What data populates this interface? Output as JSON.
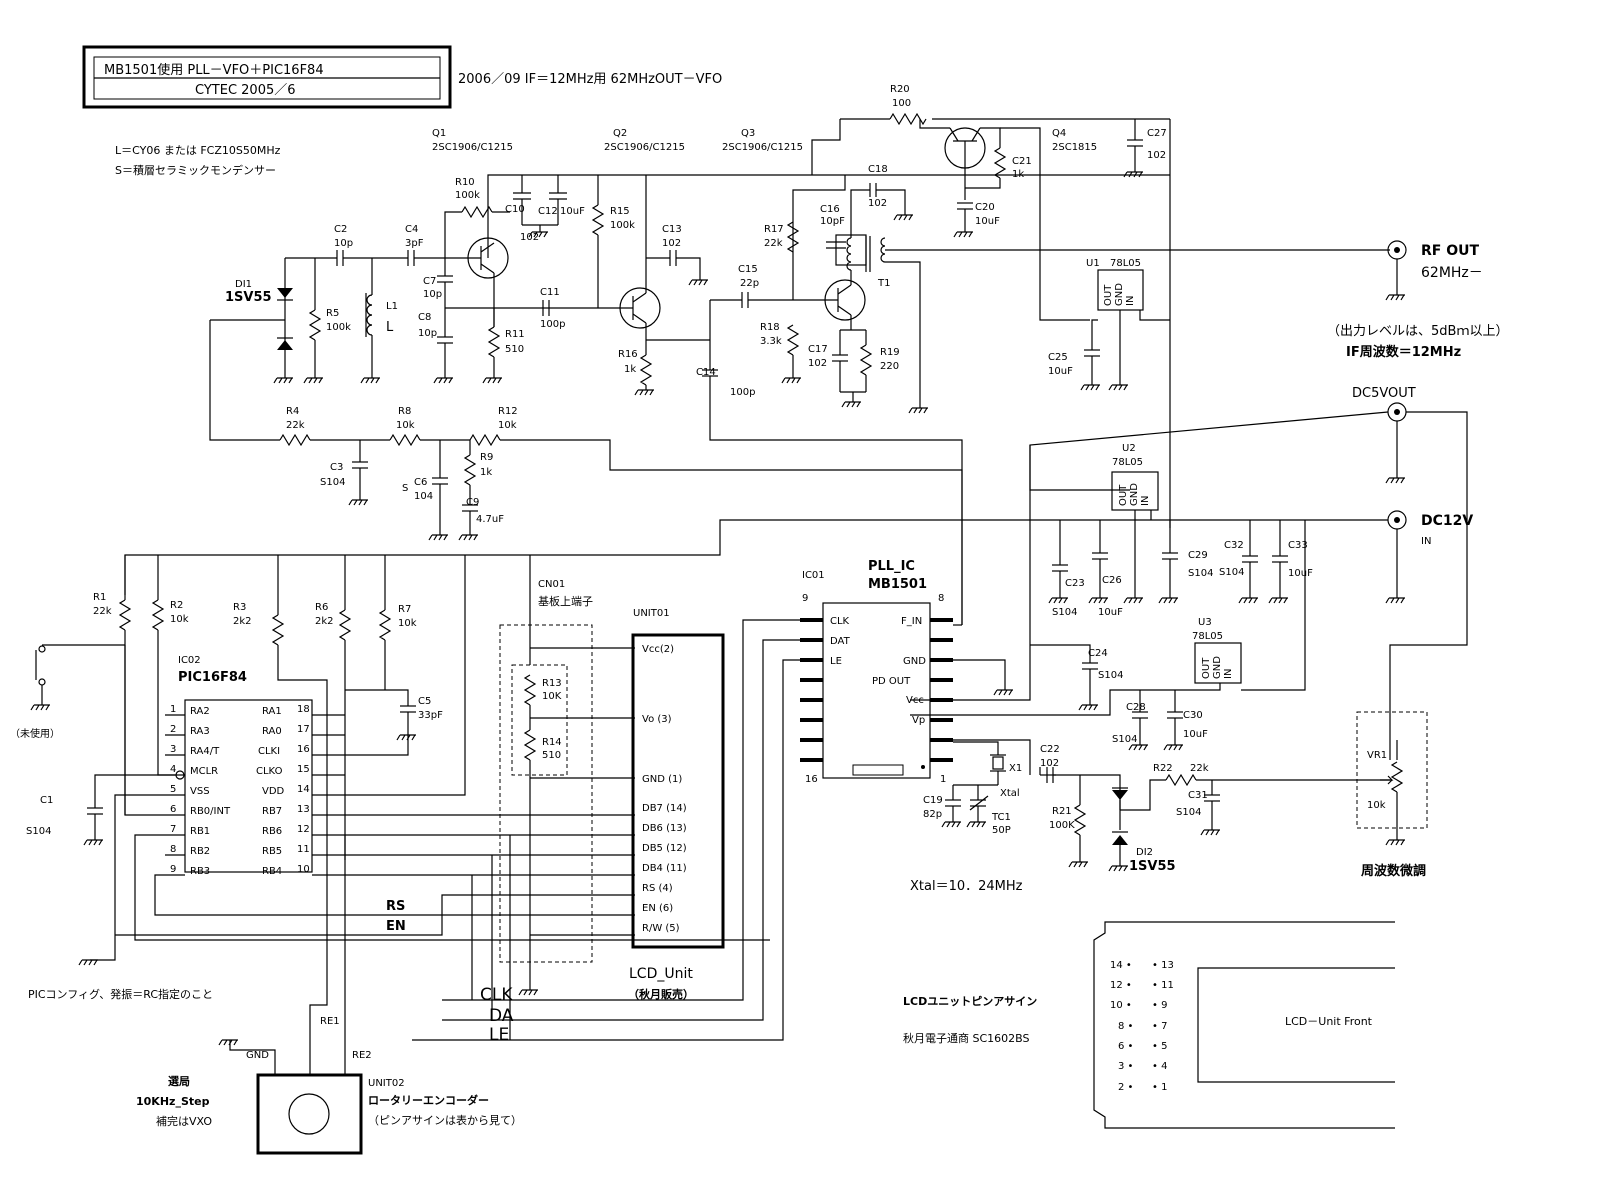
{
  "title_box": {
    "line1": "MB1501使用  PLL－VFO＋PIC16F84",
    "line2": "CYTEC  2005／6"
  },
  "subtitle": "2006／09  IF＝12MHz用  62MHzOUT－VFO",
  "notes": {
    "l_note": "L＝CY06  または  FCZ10S50MHz",
    "s_note": "S＝積層セラミックモンデンサー"
  },
  "transistors": [
    {
      "ref": "Q1",
      "part": "2SC1906/C1215"
    },
    {
      "ref": "Q2",
      "part": "2SC1906/C1215"
    },
    {
      "ref": "Q3",
      "part": "2SC1906/C1215"
    },
    {
      "ref": "Q4",
      "part": "2SC1815"
    }
  ],
  "resistors": [
    {
      "ref": "R1",
      "value": "22k"
    },
    {
      "ref": "R2",
      "value": "10k"
    },
    {
      "ref": "R3",
      "value": "2k2"
    },
    {
      "ref": "R4",
      "value": "22k"
    },
    {
      "ref": "R5",
      "value": "100k"
    },
    {
      "ref": "R6",
      "value": "2k2"
    },
    {
      "ref": "R7",
      "value": "10k"
    },
    {
      "ref": "R8",
      "value": "10k"
    },
    {
      "ref": "R9",
      "value": "1k"
    },
    {
      "ref": "R10",
      "value": "100k"
    },
    {
      "ref": "R11",
      "value": "510"
    },
    {
      "ref": "R12",
      "value": "10k"
    },
    {
      "ref": "R13",
      "value": "10K"
    },
    {
      "ref": "R14",
      "value": "510"
    },
    {
      "ref": "R15",
      "value": "100k"
    },
    {
      "ref": "R16",
      "value": "1k"
    },
    {
      "ref": "R17",
      "value": "22k"
    },
    {
      "ref": "R18",
      "value": "3.3k"
    },
    {
      "ref": "R19",
      "value": "220"
    },
    {
      "ref": "R20",
      "value": "100"
    },
    {
      "ref": "R21",
      "value": "100K"
    },
    {
      "ref": "R22",
      "value": "22k"
    }
  ],
  "capacitors": [
    {
      "ref": "C1",
      "value": "S104"
    },
    {
      "ref": "C2",
      "value": "10p"
    },
    {
      "ref": "C3",
      "value": "S104"
    },
    {
      "ref": "C4",
      "value": "3pF"
    },
    {
      "ref": "C5",
      "value": "33pF"
    },
    {
      "ref": "C6",
      "value": "104"
    },
    {
      "ref": "C7",
      "value": "10p"
    },
    {
      "ref": "C8",
      "value": "10p"
    },
    {
      "ref": "C9",
      "value": "4.7uF"
    },
    {
      "ref": "C10",
      "value": "102"
    },
    {
      "ref": "C11",
      "value": "100p"
    },
    {
      "ref": "C12",
      "value": "10uF"
    },
    {
      "ref": "C13",
      "value": "102"
    },
    {
      "ref": "C14",
      "value": "100p"
    },
    {
      "ref": "C15",
      "value": "22p"
    },
    {
      "ref": "C16",
      "value": "10pF"
    },
    {
      "ref": "C17",
      "value": "102"
    },
    {
      "ref": "C18",
      "value": "102"
    },
    {
      "ref": "C19",
      "value": "82p"
    },
    {
      "ref": "C20",
      "value": "10uF"
    },
    {
      "ref": "C21",
      "value": "1k"
    },
    {
      "ref": "C22",
      "value": "102"
    },
    {
      "ref": "C23",
      "value": "S104"
    },
    {
      "ref": "C24",
      "value": "S104"
    },
    {
      "ref": "C25",
      "value": "10uF"
    },
    {
      "ref": "C26",
      "value": "10uF"
    },
    {
      "ref": "C27",
      "value": "102"
    },
    {
      "ref": "C28",
      "value": "S104"
    },
    {
      "ref": "C29",
      "value": "S104"
    },
    {
      "ref": "C30",
      "value": "10uF"
    },
    {
      "ref": "C31",
      "value": "S104"
    },
    {
      "ref": "C32",
      "value": "S104"
    },
    {
      "ref": "C33",
      "value": "10uF"
    }
  ],
  "diodes": {
    "d1_ref": "DI1",
    "d1_part": "1SV55",
    "d2_ref": "DI2",
    "d2_part": "1SV55"
  },
  "inductors": {
    "l1_ref": "L1",
    "l1_name": "L",
    "t1_ref": "T1"
  },
  "regulators": [
    {
      "ref": "U1",
      "part": "78L05"
    },
    {
      "ref": "U2",
      "part": "78L05"
    },
    {
      "ref": "U3",
      "part": "78L05"
    }
  ],
  "reg_pins": {
    "out": "OUT",
    "gnd": "GND",
    "in": "IN"
  },
  "outputs": {
    "rf_out": "RF OUT",
    "rf_freq": "62MHz－",
    "level_note": "（出力レベルは、5dBｍ以上）",
    "if_note": "IF周波数＝12MHz",
    "dc5v": "DC5VOUT",
    "dc12v": "DC12V",
    "dc12v_in": "IN"
  },
  "pic": {
    "ref": "IC02",
    "part": "PIC16F84",
    "left_pins": [
      {
        "num": "1",
        "name": "RA2"
      },
      {
        "num": "2",
        "name": "RA3"
      },
      {
        "num": "3",
        "name": "RA4/T"
      },
      {
        "num": "4",
        "name": "MCLR"
      },
      {
        "num": "5",
        "name": "VSS"
      },
      {
        "num": "6",
        "name": "RB0/INT"
      },
      {
        "num": "7",
        "name": "RB1"
      },
      {
        "num": "8",
        "name": "RB2"
      },
      {
        "num": "9",
        "name": "RB3"
      }
    ],
    "right_pins": [
      {
        "num": "18",
        "name": "RA1"
      },
      {
        "num": "17",
        "name": "RA0"
      },
      {
        "num": "16",
        "name": "CLKI"
      },
      {
        "num": "15",
        "name": "CLKO"
      },
      {
        "num": "14",
        "name": "VDD"
      },
      {
        "num": "13",
        "name": "RB7"
      },
      {
        "num": "12",
        "name": "RB6"
      },
      {
        "num": "11",
        "name": "RB5"
      },
      {
        "num": "10",
        "name": "RB4"
      }
    ],
    "config_note": "PICコンフィグ、発振＝RC指定のこと",
    "unused": "（未使用）"
  },
  "connector": {
    "ref": "CN01",
    "label": "基板上端子"
  },
  "lcd": {
    "ref": "UNIT01",
    "pins": [
      {
        "name": "Vcc",
        "num": "(2)"
      },
      {
        "name": "Vo",
        "num": "(3)"
      },
      {
        "name": "GND",
        "num": "(1)"
      },
      {
        "name": "DB7",
        "num": "(14)"
      },
      {
        "name": "DB6",
        "num": "(13)"
      },
      {
        "name": "DB5",
        "num": "(12)"
      },
      {
        "name": "DB4",
        "num": "(11)"
      },
      {
        "name": "RS",
        "num": "(4)"
      },
      {
        "name": "EN",
        "num": "(6)"
      },
      {
        "name": "R/W",
        "num": "(5)"
      }
    ],
    "name": "LCD_Unit",
    "vendor": "（秋月販売）"
  },
  "bus_labels": {
    "rs": "RS",
    "en": "EN",
    "clk": "CLK",
    "da": "DA",
    "le": "LE"
  },
  "pll": {
    "ref": "IC01",
    "title": "PLL_IC",
    "part": "MB1501",
    "pin9": "9",
    "pin8": "8",
    "pin16": "16",
    "pin1": "1",
    "left_pins": [
      "CLK",
      "DAT",
      "LE"
    ],
    "right_pins": [
      "F_IN",
      "GND",
      "PD OUT",
      "Vcc",
      "Vp"
    ]
  },
  "crystal": {
    "ref": "X1",
    "name": "Xtal",
    "tc_ref": "TC1",
    "tc_value": "50P",
    "note": "Xtal＝10．24MHz"
  },
  "vr": {
    "ref": "VR1",
    "value": "10k",
    "label": "周波数微調"
  },
  "encoder": {
    "ref": "UNIT02",
    "name": "ロータリーエンコーダー",
    "note": "（ピンアサインは表から見て）",
    "gnd": "GND",
    "re1": "RE1",
    "re2": "RE2",
    "caption1": "選局",
    "caption2": "10KHz_Step",
    "caption3": "補完はVXO"
  },
  "lcd_pinout": {
    "title": "LCDユニットピンアサイン",
    "vendor": "秋月電子通商  SC1602BS",
    "front": "LCD－Unit  Front",
    "left_pins": [
      "14",
      "12",
      "10",
      "8",
      "6",
      "3",
      "2"
    ],
    "right_pins": [
      "13",
      "11",
      "9",
      "7",
      "5",
      "4",
      "1"
    ]
  }
}
